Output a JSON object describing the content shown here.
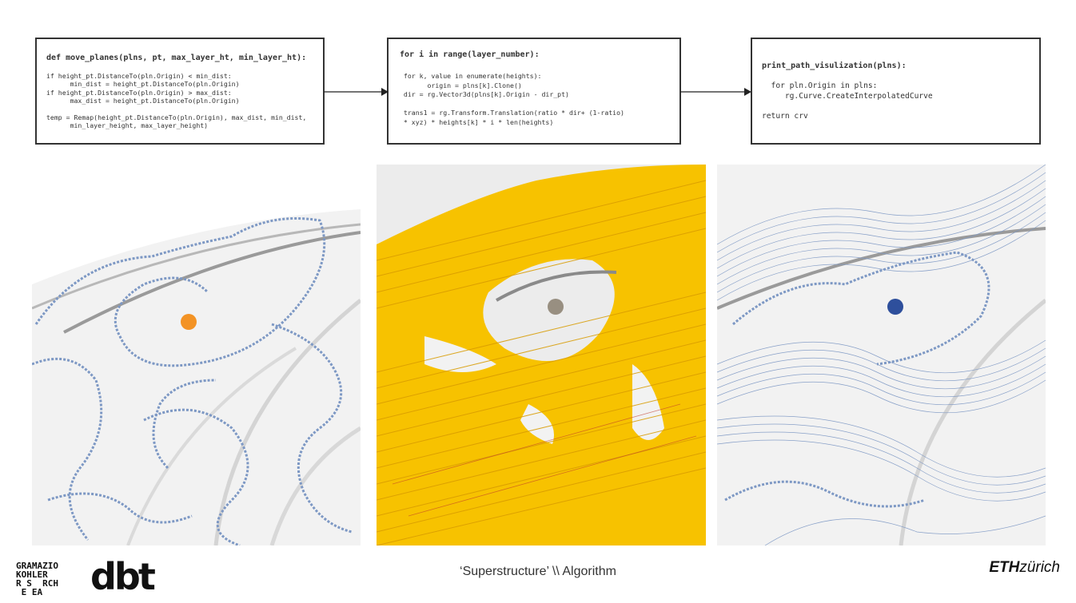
{
  "code_boxes": [
    {
      "title": "def move_planes(plns, pt, max_layer_ht, min_layer_ht):",
      "body": "if height_pt.DistanceTo(pln.Origin) < min_dist:\n      min_dist = height_pt.DistanceTo(pln.Origin)\nif height_pt.DistanceTo(pln.Origin) > max_dist:\n      max_dist = height_pt.DistanceTo(pln.Origin)\n\ntemp = Remap(height_pt.DistanceTo(pln.Origin), max_dist, min_dist,\n      min_layer_height, max_layer_height)"
    },
    {
      "title": "for i in range(layer_number):",
      "body": " for k, value in enumerate(heights):\n       origin = plns[k].Clone()\n dir = rg.Vector3d(plns[k].Origin - dir_pt)\n\n trans1 = rg.Transform.Translation(ratio * dir+ (1-ratio)\n * xyz) * heights[k] * i * len(heights)"
    },
    {
      "title": "print_path_visulization(plns):",
      "body": "  for pln.Origin in plns:\n     rg.Curve.CreateInterpolatedCurve\n\nreturn crv"
    }
  ],
  "colors": {
    "attractor_orange": "#f39325",
    "attractor_blue": "#2e4f9c",
    "attractor_gray": "#8a7f6e",
    "toolpath_blue": "#7d98c4",
    "layer_yellow": "#f7c200"
  },
  "footer": {
    "caption": "‘Superstructure’ \\\\ Algorithm",
    "gramazio_lines": [
      "GRAMAZIO",
      "KOHLER",
      "R S  RCH",
      " E EA"
    ],
    "dbt": "dbt",
    "eth_bold": "ETH",
    "eth_rest": "zürich"
  }
}
